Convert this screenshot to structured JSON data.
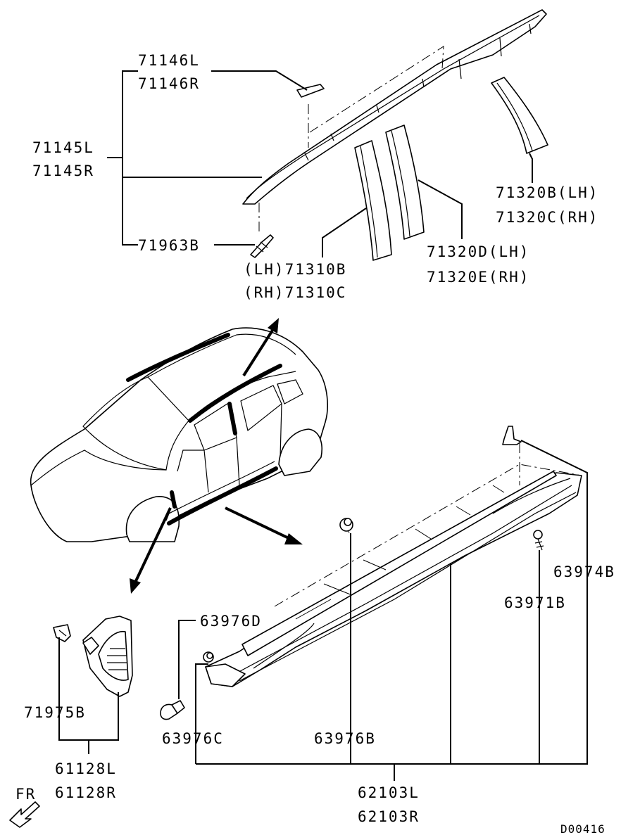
{
  "diagram_id": "D00416",
  "orientation_label": "FR",
  "part_labels": {
    "p71146L": "71146L",
    "p71146R": "71146R",
    "p71145L": "71145L",
    "p71145R": "71145R",
    "p71963B": "71963B",
    "p71310B": "(LH)71310B",
    "p71310C": "(RH)71310C",
    "p71320D": "71320D(LH)",
    "p71320E": "71320E(RH)",
    "p71320B": "71320B(LH)",
    "p71320C": "71320C(RH)",
    "p63974B": "63974B",
    "p63971B": "63971B",
    "p63976D": "63976D",
    "p63976C": "63976C",
    "p63976B": "63976B",
    "p71975B": "71975B",
    "p61128L": "61128L",
    "p61128R": "61128R",
    "p62103L": "62103L",
    "p62103R": "62103R"
  }
}
